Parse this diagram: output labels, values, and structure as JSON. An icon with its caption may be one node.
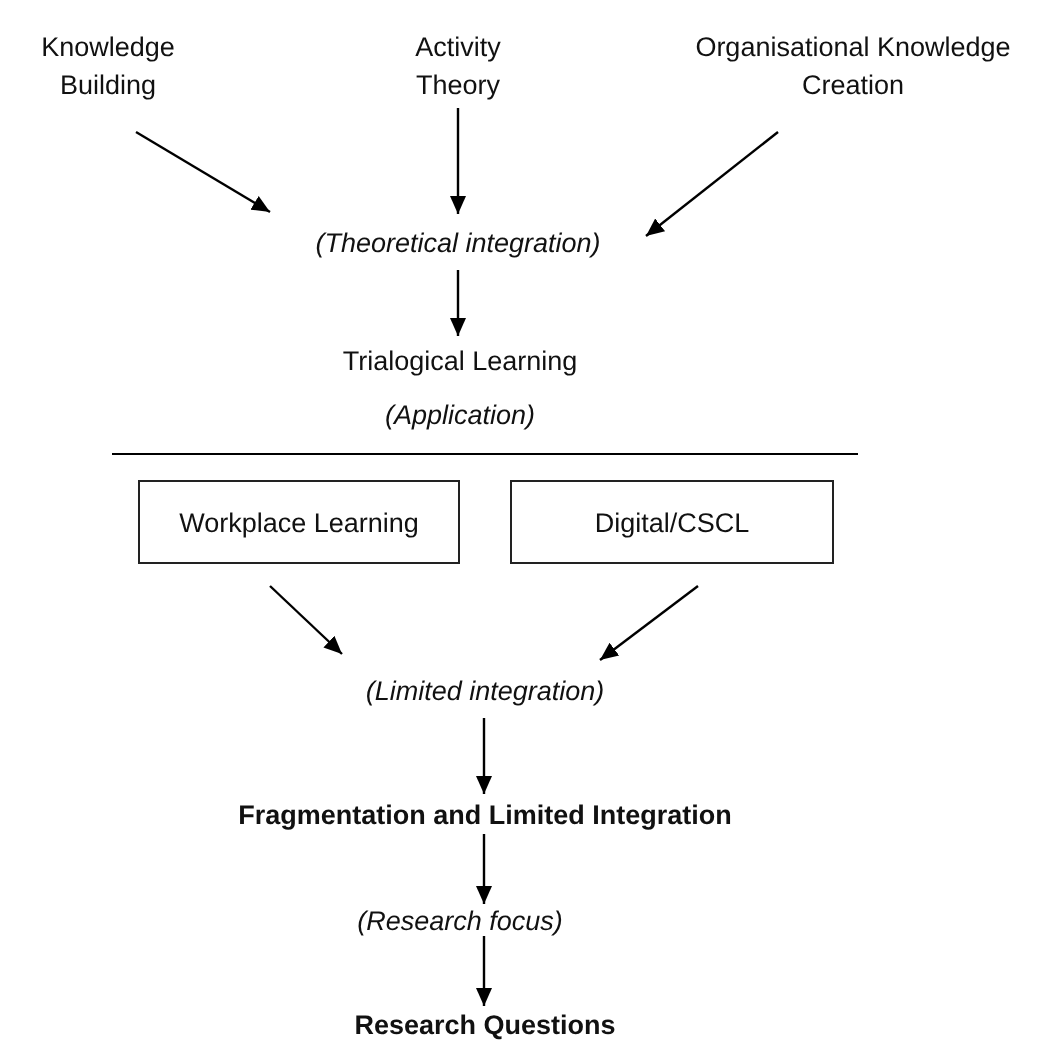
{
  "diagram": {
    "nodes": [
      {
        "text": [
          "Knowledge Building"
        ]
      },
      {
        "text": [
          "Activity Theory"
        ]
      },
      {
        "text": [
          "Organisational Knowledge Creation"
        ]
      },
      {
        "text": [
          "(Theoretical integration)"
        ]
      },
      {
        "text": [
          "Trialogical Learning",
          "(Application)"
        ]
      },
      {
        "text": [
          "Workplace Learning"
        ]
      },
      {
        "text": [
          "Digital/CSCL"
        ]
      },
      {
        "text": [
          "(Limited integration)"
        ]
      },
      {
        "text": [
          "Fragmentation and Limited Integration"
        ]
      },
      {
        "text": [
          "(Research focus)"
        ]
      },
      {
        "text": [
          "Research Questions"
        ]
      }
    ],
    "edges": [
      {
        "from": 0,
        "to": 3,
        "arrow": "to"
      },
      {
        "from": 1,
        "to": 3,
        "arrow": "to"
      },
      {
        "from": 2,
        "to": 3,
        "arrow": "to"
      },
      {
        "from": 3,
        "to": 4,
        "arrow": "to"
      },
      {
        "from": 5,
        "to": 7,
        "arrow": "to"
      },
      {
        "from": 6,
        "to": 7,
        "arrow": "to"
      },
      {
        "from": 7,
        "to": 8,
        "arrow": "to"
      },
      {
        "from": 8,
        "to": 9,
        "arrow": "to"
      },
      {
        "from": 9,
        "to": 10,
        "arrow": "to"
      }
    ]
  }
}
